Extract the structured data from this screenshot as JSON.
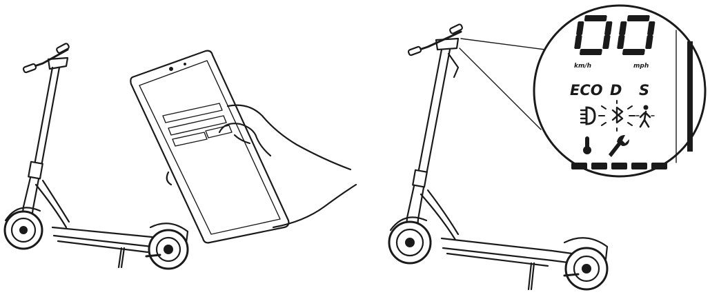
{
  "display": {
    "speed_digits": "00",
    "unit_kmh": "km/h",
    "unit_mph": "mph",
    "modes": [
      "ECO",
      "D",
      "S"
    ],
    "indicator_icons": [
      "headlight-icon",
      "bluetooth-icon",
      "walk-mode-icon",
      "temperature-icon",
      "wrench-icon"
    ],
    "battery_bars": 5
  }
}
